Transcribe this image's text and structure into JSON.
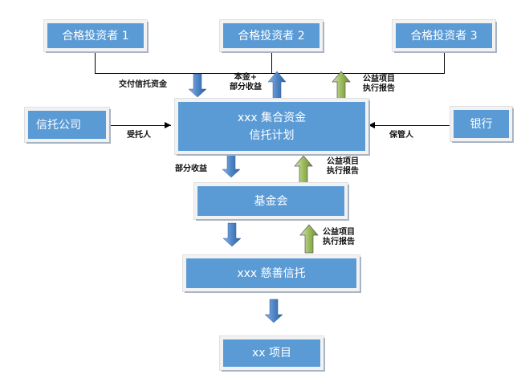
{
  "nodes": {
    "investor1": "合格投资者 1",
    "investor2": "合格投资者 2",
    "investor3": "合格投资者 3",
    "trust_company": "信托公司",
    "plan_line1": "xxx 集合资金",
    "plan_line2": "信托计划",
    "bank": "银行",
    "foundation": "基金会",
    "charity_trust": "xxx 慈善信托",
    "project": "xx 项目"
  },
  "labels": {
    "deliver_funds": "交付信托资金",
    "principal_line1": "本金+",
    "principal_line2": "部分收益",
    "report1_line1": "公益项目",
    "report1_line2": "执行报告",
    "trustee": "受托人",
    "custodian": "保管人",
    "partial_income": "部分收益",
    "report2_line1": "公益项目",
    "report2_line2": "执行报告",
    "report3_line1": "公益项目",
    "report3_line2": "执行报告"
  },
  "colors": {
    "box_fill": "#5b9bd5",
    "blue_arrow": "#4f86c6",
    "green_arrow": "#9bbb59"
  }
}
